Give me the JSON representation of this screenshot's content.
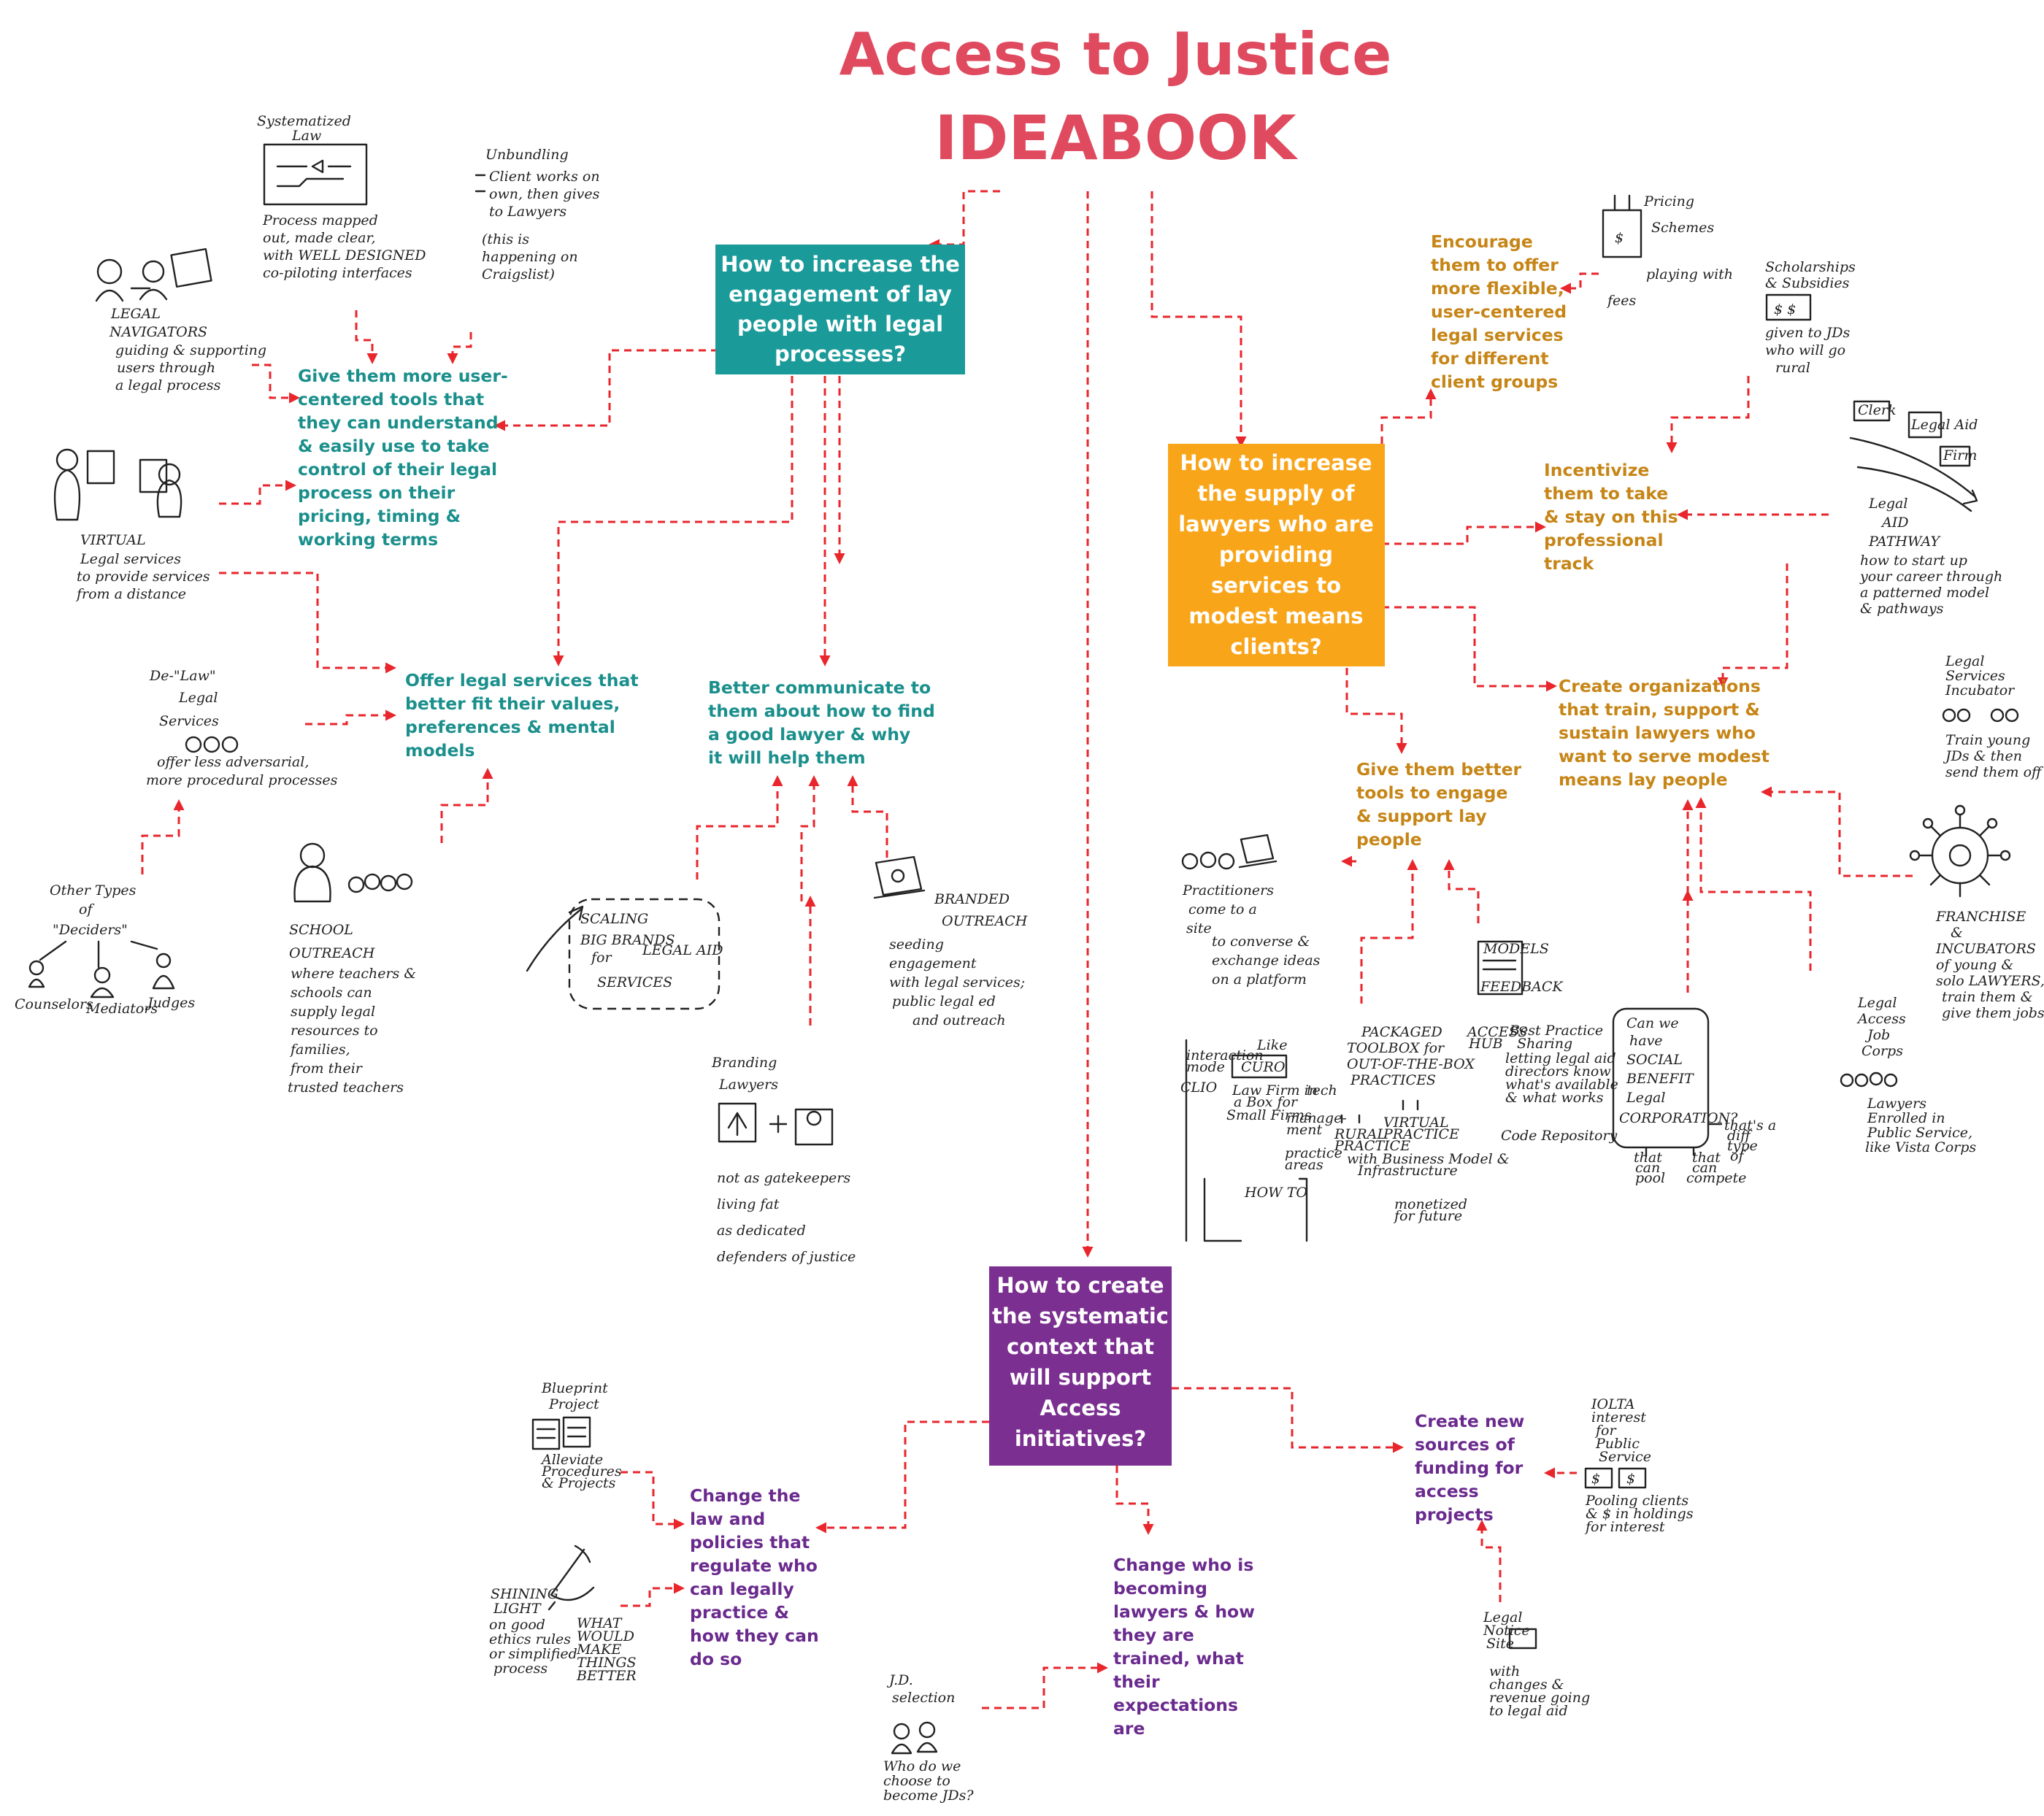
{
  "title": {
    "line1": "Access to Justice",
    "line2": "IDEABOOK"
  },
  "colors": {
    "title": "#e04a5f",
    "teal": "#1a9a99",
    "orange": "#f9a51a",
    "purple": "#7b2f90",
    "connector": "#e8262c",
    "teal_text": "#1a8f8c",
    "orange_text": "#c68516",
    "purple_text": "#6a2a8e"
  },
  "questions": {
    "engagement": [
      "How to increase the",
      "engagement of lay",
      "people with legal",
      "processes?"
    ],
    "supply": [
      "How to increase",
      "the supply of",
      "lawyers who are",
      "providing",
      "services to",
      "modest means",
      "clients?"
    ],
    "systematic": [
      "How to create",
      "the systematic",
      "context that",
      "will support",
      "Access",
      "initiatives?"
    ]
  },
  "outcomes": {
    "user_tools": [
      "Give them more user-",
      "centered tools that",
      "they can understand",
      "& easily use to take",
      "control of their legal",
      "process on their",
      "pricing, timing &",
      "working terms"
    ],
    "offer_services": [
      "Offer legal services that",
      "better fit their values,",
      "preferences & mental",
      "models"
    ],
    "communicate": [
      "Better communicate to",
      "them about how to find",
      "a good lawyer & why",
      "it will help them"
    ],
    "flexible": [
      "Encourage",
      "them to offer",
      "more flexible,",
      "user-centered",
      "legal services",
      "for different",
      "client groups"
    ],
    "incentivize": [
      "Incentivize",
      "them to take",
      "& stay on this",
      "professional",
      "track"
    ],
    "organizations": [
      "Create organizations",
      "that train, support &",
      "sustain lawyers who",
      "want to serve modest",
      "means lay people"
    ],
    "better_tools": [
      "Give them better",
      "tools to engage",
      "& support lay",
      "people"
    ],
    "change_law": [
      "Change the",
      "law and",
      "policies that",
      "regulate who",
      "can legally",
      "practice &",
      "how they can",
      "do so"
    ],
    "change_who": [
      "Change who is",
      "becoming",
      "lawyers & how",
      "they are",
      "trained, what",
      "their",
      "expectations",
      "are"
    ],
    "funding": [
      "Create new",
      "sources of",
      "funding for",
      "access",
      "projects"
    ]
  },
  "sketches": {
    "systematized_law": {
      "title": [
        "Systematized",
        "Law"
      ],
      "caption": [
        "Process mapped",
        "out, made clear,",
        "with WELL DESIGNED",
        "co-piloting interfaces"
      ]
    },
    "unbundling": {
      "title": [
        "Unbundling"
      ],
      "caption": [
        "Client works on",
        "own, then gives",
        "to Lawyers",
        "(this is",
        "happening on",
        "Craigslist)"
      ]
    },
    "legal_navigators": {
      "caption": [
        "LEGAL",
        "NAVIGATORS",
        "guiding & supporting",
        "users through",
        "a legal process"
      ]
    },
    "virtual": {
      "caption": [
        "VIRTUAL",
        "Legal services",
        "to provide services",
        "from a distance"
      ]
    },
    "delaw": {
      "title": [
        "De-\"Law\"",
        "Legal",
        "Services"
      ],
      "caption": [
        "offer less adversarial,",
        "more procedural processes"
      ]
    },
    "other_deciders": {
      "title": [
        "Other Types",
        "of",
        "\"Deciders\""
      ],
      "labels": [
        "Counselors",
        "Mediators",
        "Judges"
      ]
    },
    "school_outreach": {
      "caption": [
        "SCHOOL",
        "OUTREACH",
        "where teachers &",
        "schools can",
        "supply legal",
        "resources to",
        "families,",
        "from their",
        "trusted teachers"
      ]
    },
    "scaling": {
      "caption": [
        "SCALING",
        "BIG BRANDS",
        "for",
        "LEGAL AID",
        "SERVICES"
      ]
    },
    "branded_outreach": {
      "title": [
        "BRANDED",
        "OUTREACH"
      ],
      "caption": [
        "seeding",
        "engagement",
        "with legal services;",
        "public legal ed",
        "and outreach"
      ]
    },
    "branding_lawyers": {
      "title": [
        "Branding",
        "Lawyers"
      ],
      "caption": [
        "not as gatekeepers",
        "living fat",
        "as dedicated",
        "defenders of justice"
      ]
    },
    "pricing_schemes": {
      "title": [
        "Pricing",
        "Schemes"
      ],
      "caption": [
        "playing with",
        "fees"
      ]
    },
    "scholarships": {
      "title": [
        "Scholarships",
        "& Subsidies"
      ],
      "caption": [
        "given to JDs",
        "who will go",
        "rural"
      ]
    },
    "legal_aid_pathway": {
      "tags": [
        "Clerk",
        "Legal Aid",
        "Firm"
      ],
      "caption": [
        "Legal",
        "AID",
        "PATHWAY",
        "how to start up",
        "your career through",
        "a patterned model",
        "& pathways"
      ]
    },
    "incubator": {
      "title": [
        "Legal",
        "Services",
        "Incubator"
      ],
      "caption": [
        "Train young",
        "JDs & then",
        "send them off"
      ]
    },
    "franchise": {
      "caption": [
        "FRANCHISE",
        "&",
        "INCUBATORS",
        "of young &",
        "solo LAWYERS,",
        "train them &",
        "give them jobs"
      ]
    },
    "practitioners": {
      "caption": [
        "Practitioners",
        "come to a",
        "site",
        "to converse &",
        "exchange ideas",
        "on a platform"
      ]
    },
    "toolbox": {
      "title": [
        "PACKAGED",
        "TOOLBOX for",
        "OUT-OF-THE-BOX",
        "PRACTICES"
      ],
      "labels": [
        "interaction",
        "mode",
        "CLIO",
        "Like",
        "CURO",
        "Law Firm in",
        "a Box for",
        "Small Firms",
        "tech",
        "manage-",
        "ment",
        "RURAL",
        "PRACTICE",
        "VIRTUAL",
        "PRACTICE",
        "practice",
        "areas",
        "with Business Model &",
        "Infrastructure",
        "HOW TO",
        "monetized",
        "for future"
      ]
    },
    "best_practice": {
      "labels": [
        "MODELS",
        "FEEDBACK",
        "ACCESS",
        "HUB"
      ],
      "caption": [
        "Best Practice",
        "Sharing",
        "letting legal aid",
        "directors know",
        "what's available",
        "& what works",
        "Code Repository"
      ]
    },
    "social_benefit": {
      "caption": [
        "Can we",
        "have",
        "SOCIAL",
        "BENEFIT",
        "Legal",
        "CORPORATION?"
      ],
      "labels": [
        "that",
        "can",
        "pool",
        "that",
        "can",
        "compete",
        "that's a",
        "diff",
        "type",
        "of"
      ]
    },
    "legal_access_corps": {
      "caption": [
        "Legal",
        "Access",
        "Job",
        "Corps",
        "Lawyers",
        "Enrolled in",
        "Public Service,",
        "like Vista Corps"
      ]
    },
    "blueprint": {
      "title": [
        "Blueprint",
        "Project"
      ],
      "caption": [
        "Alleviate",
        "Procedures",
        "& Projects"
      ]
    },
    "shining_light": {
      "caption": [
        "SHINING",
        "LIGHT",
        "on good",
        "ethics rules",
        "or simplified",
        "process"
      ],
      "side": [
        "WHAT",
        "WOULD",
        "MAKE",
        "THINGS",
        "BETTER"
      ]
    },
    "jd_selection": {
      "title": [
        "J.D.",
        "selection"
      ],
      "caption": [
        "Who do we",
        "choose to",
        "become JDs?"
      ]
    },
    "iolta": {
      "caption": [
        "IOLTA",
        "interest",
        "for",
        "Public",
        "Service"
      ],
      "sub": [
        "Pooling clients",
        "& $ in holdings",
        "for interest"
      ]
    },
    "legal_notice": {
      "caption": [
        "Legal",
        "Notice",
        "Site",
        "with",
        "changes &",
        "revenue going",
        "to legal aid"
      ]
    }
  }
}
